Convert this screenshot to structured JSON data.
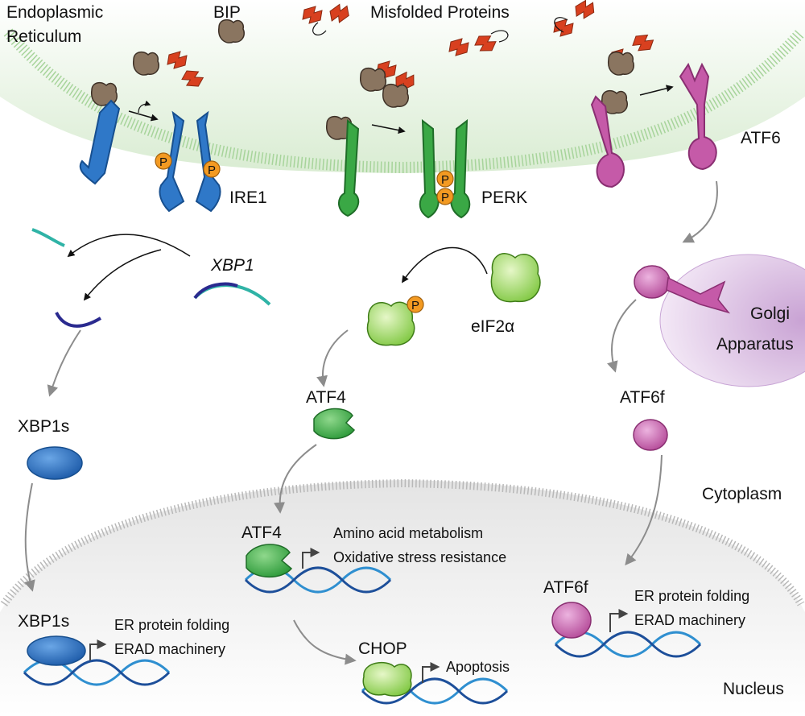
{
  "labels": {
    "er": [
      "Endoplasmic",
      "Reticulum"
    ],
    "bip": "BIP",
    "misfolded": "Misfolded Proteins",
    "ire1": "IRE1",
    "perk": "PERK",
    "atf6": "ATF6",
    "xbp1_mrna": "XBP1",
    "eif2a": "eIF2α",
    "golgi": [
      "Golgi",
      "Apparatus"
    ],
    "xbp1s_cyto": "XBP1s",
    "atf4_cyto": "ATF4",
    "atf6f_cyto": "ATF6f",
    "cytoplasm": "Cytoplasm",
    "nucleus": "Nucleus",
    "atf4_nuc": "ATF4",
    "atf4_targets": [
      "Amino acid metabolism",
      "Oxidative stress resistance"
    ],
    "xbp1s_nuc": "XBP1s",
    "xbp1s_targets": [
      "ER protein folding",
      "ERAD machinery"
    ],
    "chop": "CHOP",
    "chop_targets": [
      "Apoptosis"
    ],
    "atf6f_nuc": "ATF6f",
    "atf6f_targets": [
      "ER protein folding",
      "ERAD machinery"
    ],
    "phospho": "P"
  },
  "colors": {
    "ire1": "#2f78c8",
    "perk": "#3aa845",
    "atf6": "#c55aa8",
    "bip": "#8a7560",
    "misfolded": "#d8401f",
    "phospho": "#f39a22",
    "eif2a": "#8fd04f",
    "xbp1s": "#2466b8",
    "atf4": "#3aa845",
    "atf6f": "#c55aa8",
    "dna1": "#2f8fd0",
    "dna2": "#1d4f9a"
  }
}
